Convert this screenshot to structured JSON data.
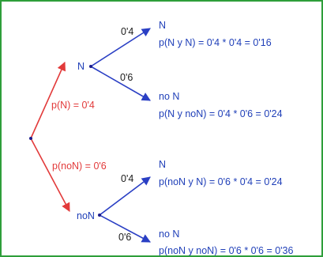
{
  "tree": {
    "root_label": "",
    "level1": [
      {
        "node": "N",
        "prob": "p(N) = 0'4"
      },
      {
        "node": "noN",
        "prob": "p(noN) = 0'6"
      }
    ],
    "level2": [
      {
        "parent": "N",
        "branch_prob": "0'4",
        "node": "N",
        "result": "p(N y N) = 0'4 * 0'4 = 0'16"
      },
      {
        "parent": "N",
        "branch_prob": "0'6",
        "node": "no N",
        "result": "p(N y noN) = 0'4 * 0'6 = 0'24"
      },
      {
        "parent": "noN",
        "branch_prob": "0'4",
        "node": "N",
        "result": "p(noN y N) = 0'6 * 0'4 = 0'24"
      },
      {
        "parent": "noN",
        "branch_prob": "0'6",
        "node": "no N",
        "result": "p(noN y noN) = 0'6 * 0'6 = 0'36"
      }
    ],
    "colors": {
      "level1_branch": "#e23a3a",
      "level2_branch": "#2a3fc4",
      "node_point": "#1a1a8a",
      "frame": "#2e9e3a"
    }
  }
}
